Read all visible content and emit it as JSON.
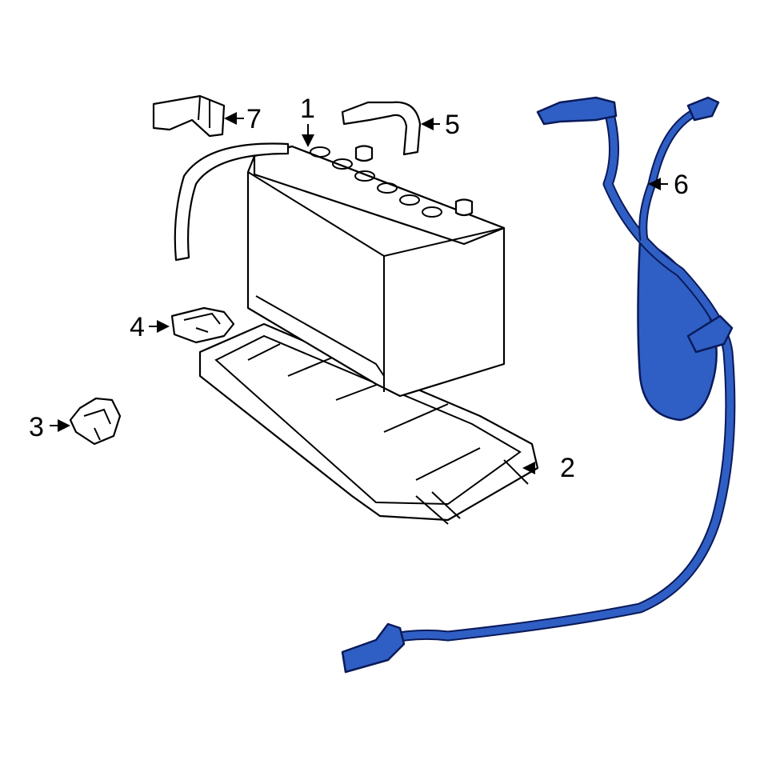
{
  "diagram": {
    "callouts": [
      {
        "number": "1",
        "part": "battery"
      },
      {
        "number": "2",
        "part": "battery-tray"
      },
      {
        "number": "3",
        "part": "clip"
      },
      {
        "number": "4",
        "part": "hold-down-clamp"
      },
      {
        "number": "5",
        "part": "positive-cable"
      },
      {
        "number": "6",
        "part": "negative-cable"
      },
      {
        "number": "7",
        "part": "terminal-cover"
      }
    ],
    "highlight_color": "#2f5fc4",
    "outline_color": "#0a1a5a"
  }
}
